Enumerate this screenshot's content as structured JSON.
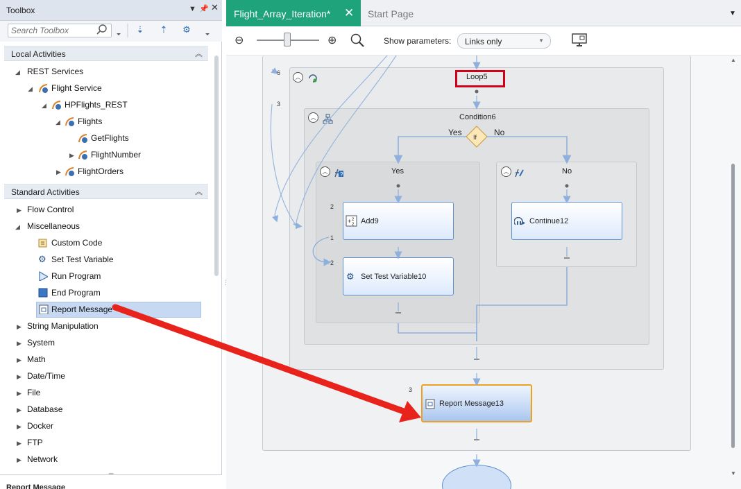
{
  "toolbox": {
    "title": "Toolbox",
    "search_placeholder": "Search Toolbox",
    "sections": {
      "local": {
        "title": "Local Activities"
      },
      "standard": {
        "title": "Standard Activities"
      }
    },
    "local_tree": [
      {
        "label": "REST Services"
      },
      {
        "label": "Flight Service"
      },
      {
        "label": "HPFlights_REST"
      },
      {
        "label": "Flights"
      },
      {
        "label": "GetFlights"
      },
      {
        "label": "FlightNumber"
      },
      {
        "label": "FlightOrders"
      }
    ],
    "standard_tree": [
      {
        "label": "Flow Control"
      },
      {
        "label": "Miscellaneous"
      },
      {
        "label": "Custom Code"
      },
      {
        "label": "Set Test Variable"
      },
      {
        "label": "Run Program"
      },
      {
        "label": "End Program"
      },
      {
        "label": "Report Message"
      },
      {
        "label": "String Manipulation"
      },
      {
        "label": "System"
      },
      {
        "label": "Math"
      },
      {
        "label": "Date/Time"
      },
      {
        "label": "File"
      },
      {
        "label": "Database"
      },
      {
        "label": "Docker"
      },
      {
        "label": "FTP"
      },
      {
        "label": "Network"
      }
    ],
    "bottom_title": "Report Message"
  },
  "tabs": {
    "active": "Flight_Array_Iteration*",
    "other": "Start Page"
  },
  "toolbar": {
    "show_params_label": "Show parameters:",
    "show_params_value": "Links only"
  },
  "canvas": {
    "loop": {
      "label": "Loop5",
      "step": "6",
      "iter": "3"
    },
    "condition": {
      "label": "Condition6",
      "if": "If",
      "yes": "Yes",
      "no": "No"
    },
    "yes_branch": {
      "label": "Yes"
    },
    "no_branch": {
      "label": "No"
    },
    "nodes": {
      "add": {
        "label": "Add9",
        "step": "2"
      },
      "set_var": {
        "label": "Set Test Variable10",
        "step": "2",
        "link": "1"
      },
      "continue": {
        "label": "Continue12"
      },
      "report": {
        "label": "Report Message13",
        "step": "3"
      }
    }
  },
  "colors": {
    "tab_active": "#1fa37a",
    "highlight_box": "#d0021b",
    "annotation_arrow": "#e8231b",
    "node_border": "#5b8fce",
    "selected_node_border": "#f0a020"
  }
}
